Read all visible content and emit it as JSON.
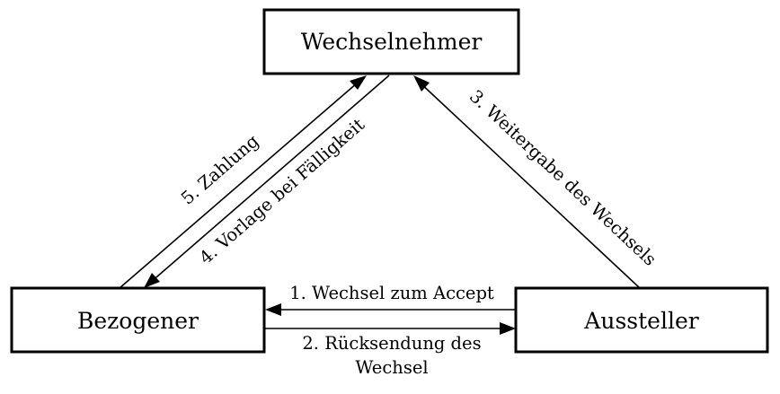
{
  "nodes": {
    "top": "Wechselnehmer",
    "left": "Bezogener",
    "right": "Aussteller"
  },
  "edges": {
    "e1": "1. Wechsel zum Accept",
    "e2_line1": "2. Rücksendung des",
    "e2_line2": "Wechsel",
    "e3": "3. Weitergabe des Wechsels",
    "e4": "4. Vorlage bei Fälligkeit",
    "e5": "5. Zahlung"
  }
}
